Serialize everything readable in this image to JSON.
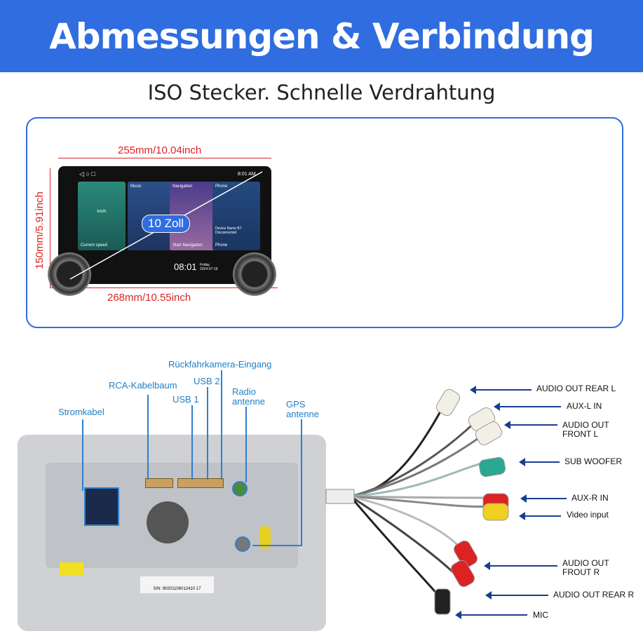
{
  "header": {
    "title": "Abmessungen & Verbindung"
  },
  "subtitle": "ISO Stecker. Schnelle Verdrahtung",
  "dimensions": {
    "top_width": "255mm/10.04inch",
    "bottom_width": "268mm/10.55inch",
    "height": "150mm/5.91inch",
    "screen_size": "10 Zoll"
  },
  "screen": {
    "status_time": "8:01 AM",
    "tiles": [
      "Music",
      "Navigation",
      "Phone"
    ],
    "speed_unit": "km/h",
    "tile_footers": [
      "Current speed",
      "Start Navigation",
      "Phone"
    ],
    "device_text": "Device Name BT Disconnected",
    "clock": "08:01",
    "day": "Friday",
    "date": "2024-07-19"
  },
  "back_labels": {
    "power": "Stromkabel",
    "rca": "RCA-Kabelbaum",
    "usb1": "USB 1",
    "usb2": "USB 2",
    "camera": "Rückfahrkamera-Eingang",
    "radio": "Radio antenne",
    "gps": "GPS antenne",
    "serial": "S/N: 90201106012410 17"
  },
  "cable_labels": [
    "AUDIO OUT REAR L",
    "AUX-L IN",
    "AUDIO OUT FRONT L",
    "SUB WOOFER",
    "AUX-R IN",
    "Video input",
    "AUDIO OUT FROUT R",
    "AUDIO OUT REAR R",
    "MIC"
  ]
}
